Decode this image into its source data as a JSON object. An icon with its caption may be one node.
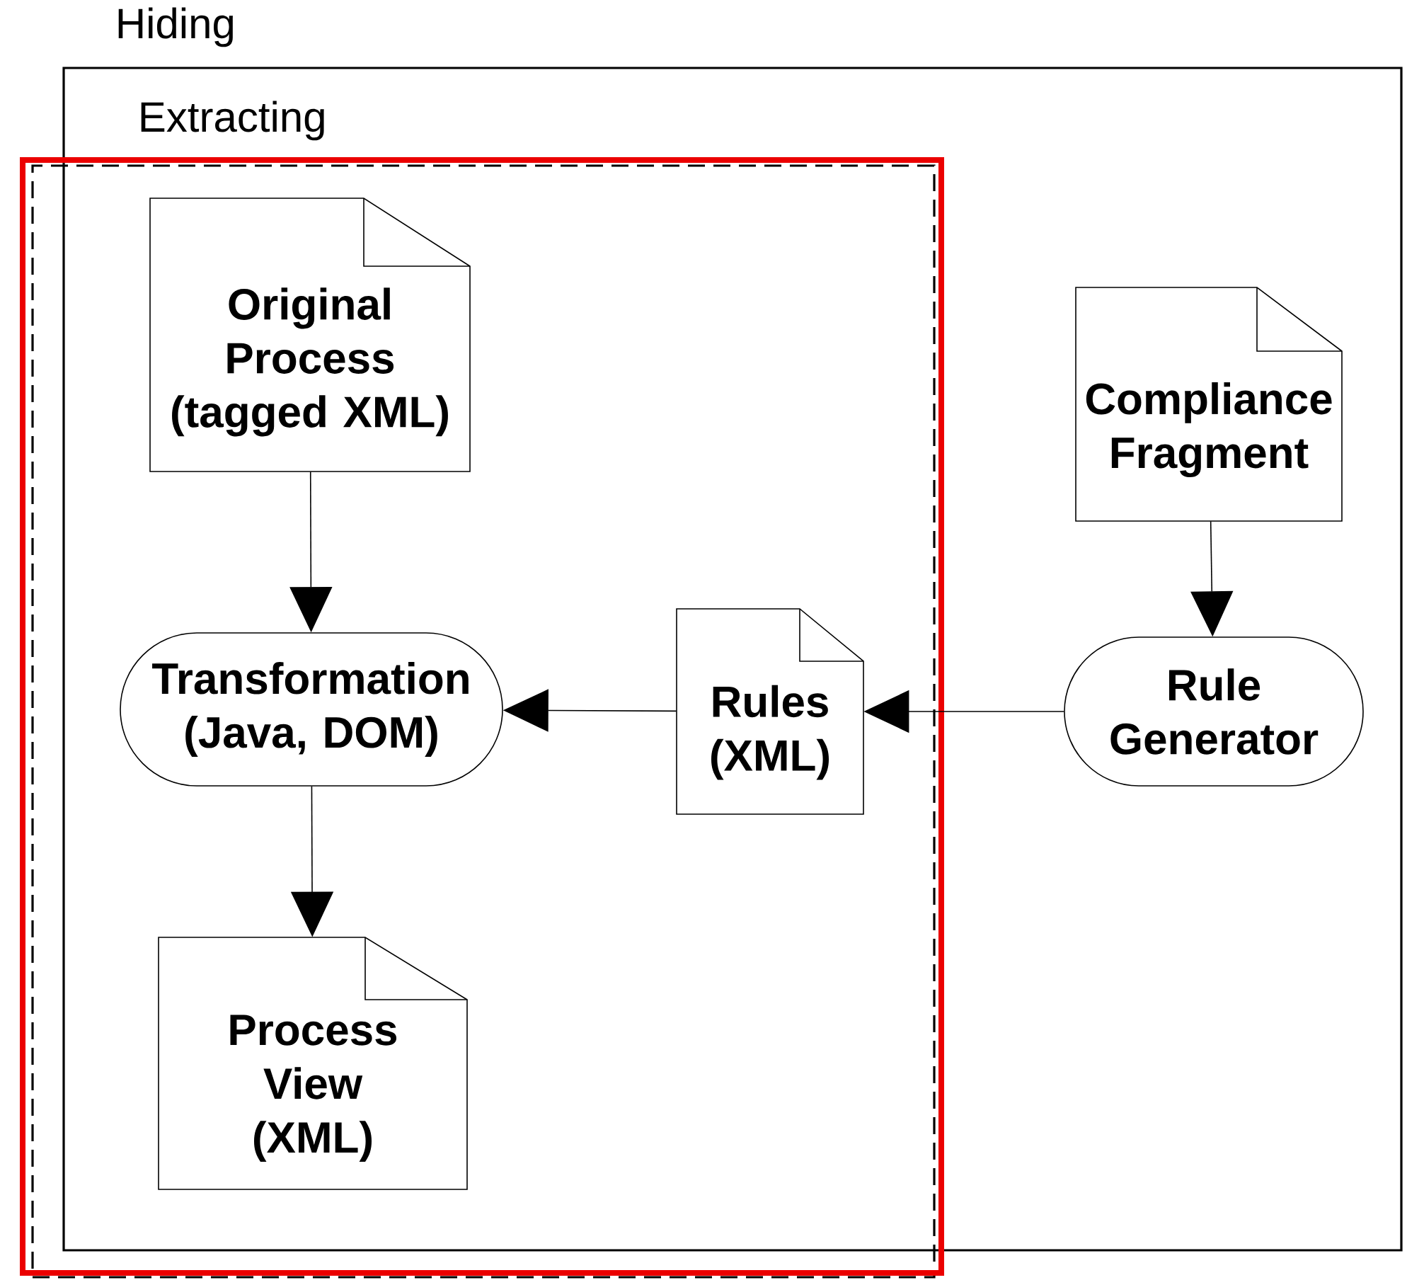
{
  "diagram": {
    "nodes": [
      {
        "text": [
          "Hiding"
        ]
      },
      {
        "text": [
          "Extracting"
        ],
        "in": 0
      },
      {
        "text": [
          "Original Process (tagged XML)"
        ],
        "in": 1
      },
      {
        "text": [
          "Transformation (Java, DOM)"
        ],
        "in": 1
      },
      {
        "text": [
          "Process View (XML)"
        ],
        "in": 1
      },
      {
        "text": [
          "Rules (XML)"
        ],
        "in": 1
      },
      {
        "text": [
          "Compliance Fragment"
        ],
        "in": 0
      },
      {
        "text": [
          "Rule Generator"
        ],
        "in": 0
      }
    ],
    "edges": [
      {
        "from": 2,
        "to": 3,
        "arrow": "to"
      },
      {
        "from": 3,
        "to": 4,
        "arrow": "to"
      },
      {
        "from": 6,
        "to": 7,
        "arrow": "to"
      },
      {
        "from": 7,
        "to": 5,
        "arrow": "to"
      },
      {
        "from": 5,
        "to": 3,
        "arrow": "to"
      }
    ]
  }
}
